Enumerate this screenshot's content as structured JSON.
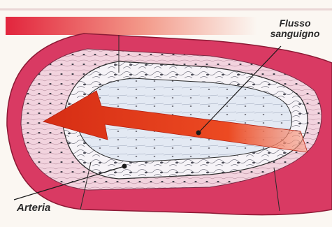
{
  "labels": {
    "flow_line1": "Flusso",
    "flow_line2": "sanguigno",
    "artery": "Arteria"
  },
  "colors": {
    "outer_wall": "#d93a63",
    "outer_wall_dark": "#9c1e3c",
    "tissue_pink": "#f3d4dd",
    "tissue_light": "#f4f1f5",
    "lumen": "#dde6f1",
    "flow_arrow": "#e8331a",
    "header_band": "#e8403a"
  }
}
